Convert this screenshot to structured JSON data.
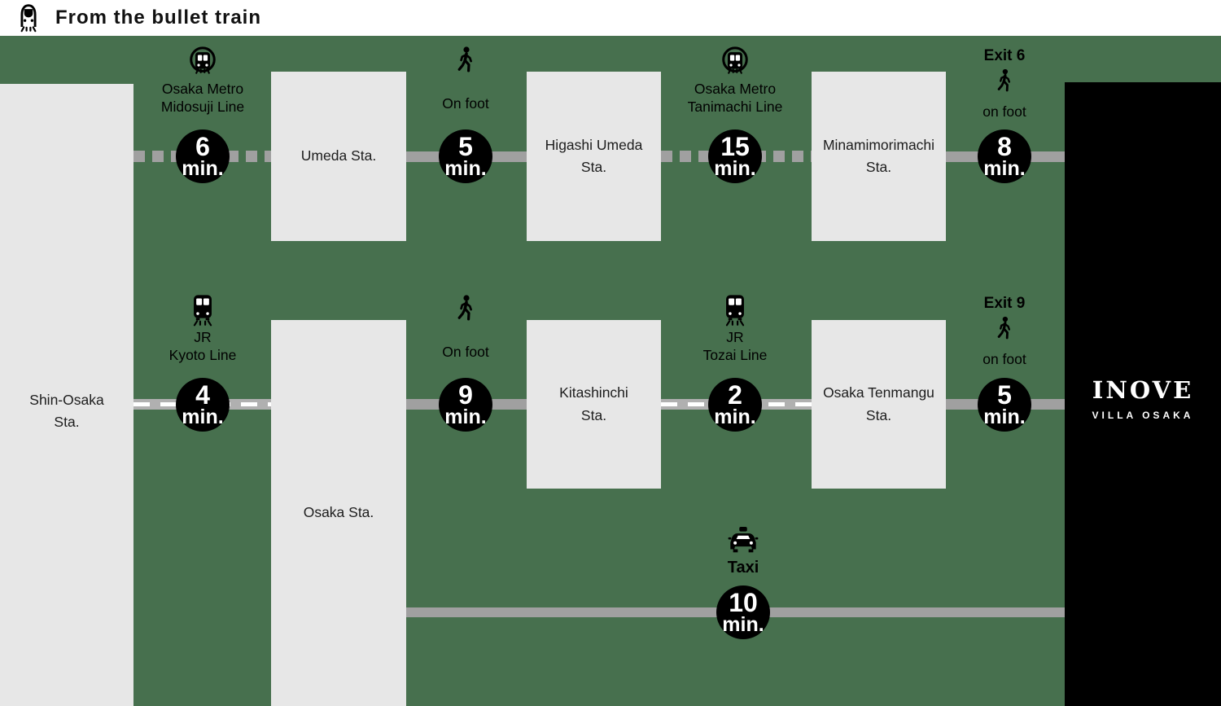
{
  "title": "From the bullet train",
  "colors": {
    "background_green": "#47704e",
    "station_box": "#e7e7e7",
    "line_gray": "#a0a0a0",
    "jr_line_gray": "#b0b0b0",
    "badge_black": "#000000",
    "destination_black": "#000000",
    "text_white": "#ffffff"
  },
  "stations": {
    "shin_osaka": "Shin-Osaka\nSta.",
    "umeda": "Umeda Sta.",
    "higashi_umeda": "Higashi Umeda\nSta.",
    "minamimorimachi": "Minamimorimachi\nSta.",
    "osaka": "Osaka Sta.",
    "kitashinchi": "Kitashinchi\nSta.",
    "osaka_tenmangu": "Osaka Tenmangu\nSta."
  },
  "destination": {
    "name": "INOVE",
    "subname": "VILLA OSAKA"
  },
  "route1": {
    "leg1": {
      "line": "Osaka Metro\nMidosuji Line",
      "min": "6",
      "unit": "min."
    },
    "leg2": {
      "mode": "On foot",
      "min": "5",
      "unit": "min."
    },
    "leg3": {
      "line": "Osaka Metro\nTanimachi Line",
      "min": "15",
      "unit": "min."
    },
    "leg4": {
      "exit": "Exit 6",
      "mode": "on foot",
      "min": "8",
      "unit": "min."
    }
  },
  "route2": {
    "leg1": {
      "line": "JR\nKyoto Line",
      "min": "4",
      "unit": "min."
    },
    "leg2": {
      "mode": "On foot",
      "min": "9",
      "unit": "min."
    },
    "leg3": {
      "line": "JR\nTozai Line",
      "min": "2",
      "unit": "min."
    },
    "leg4": {
      "exit": "Exit 9",
      "mode": "on foot",
      "min": "5",
      "unit": "min."
    }
  },
  "route3": {
    "mode": "Taxi",
    "min": "10",
    "unit": "min."
  }
}
